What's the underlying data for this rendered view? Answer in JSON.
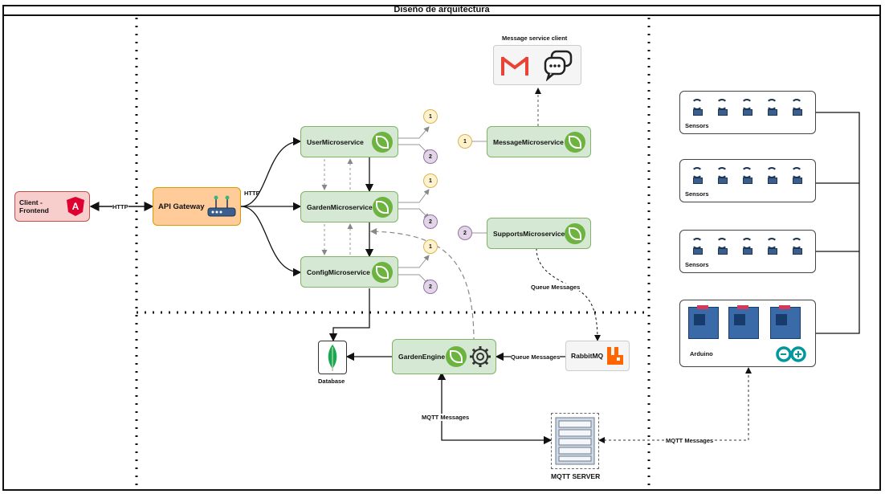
{
  "title": "Diseño de arquitectura",
  "client": {
    "label": "Client - Frontend",
    "icon": "angular-icon"
  },
  "gateway": {
    "label": "API Gateway",
    "icon": "router-icon"
  },
  "edges": {
    "http_client": "HTTP",
    "http_gateway": "HTTP",
    "queue_supports": "Queue Messages",
    "queue_engine": "Queue Messages",
    "mqtt_engine": "MQTT Messages",
    "mqtt_arduino": "MQTT Messages"
  },
  "microservices": {
    "user": "UserMicroservice",
    "garden": "GardenMicroservice",
    "config": "ConfigMicroservice",
    "message": "MessageMicroservice",
    "supports": "SupportsMicroservice",
    "engine": "GardenEngine"
  },
  "badges": {
    "one": "1",
    "two": "2"
  },
  "message_client": {
    "label": "Message service client",
    "icons": [
      "gmail-icon",
      "chat-bubbles-icon"
    ]
  },
  "rabbitmq": {
    "label": "RabbitMQ",
    "icon": "rabbitmq-icon"
  },
  "database": {
    "label": "Database",
    "icon": "mongodb-leaf-icon"
  },
  "mqtt_server": {
    "label": "MQTT SERVER",
    "icon": "server-rack-icon"
  },
  "sensors": [
    "Sensors",
    "Sensors",
    "Sensors"
  ],
  "arduino": {
    "label": "Arduino",
    "icon": "arduino-icon"
  },
  "colors": {
    "green_fill": "#d5e8d4",
    "green_stroke": "#82b366",
    "orange_fill": "#ffcc99",
    "red_fill": "#f8cecc",
    "yellow_fill": "#fff2cc",
    "purple_fill": "#e1d5e7"
  }
}
